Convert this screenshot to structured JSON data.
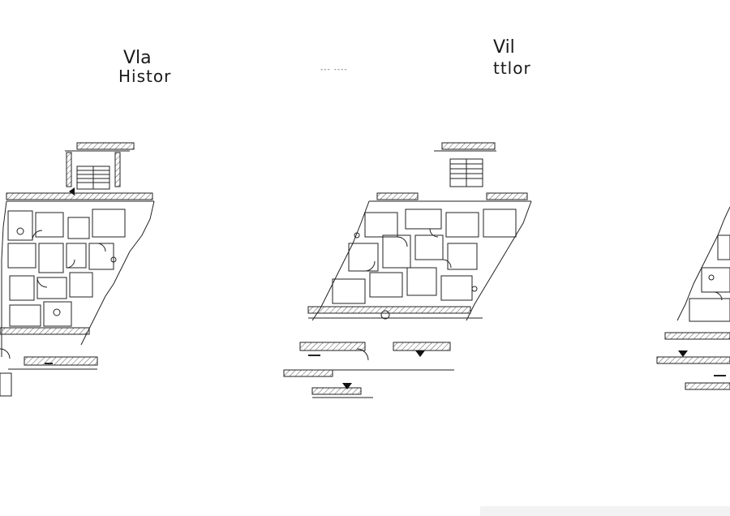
{
  "labels": {
    "plan_a_line1": "Vla",
    "plan_a_line2": "Histor",
    "plan_b_note": "--- ----",
    "plan_c_line1": "Vil",
    "plan_c_line2": "ttlor"
  },
  "colors": {
    "background": "#ffffff",
    "line": "#222222",
    "hatch": "#555555",
    "bottom_bar": "#f2f2f2"
  }
}
